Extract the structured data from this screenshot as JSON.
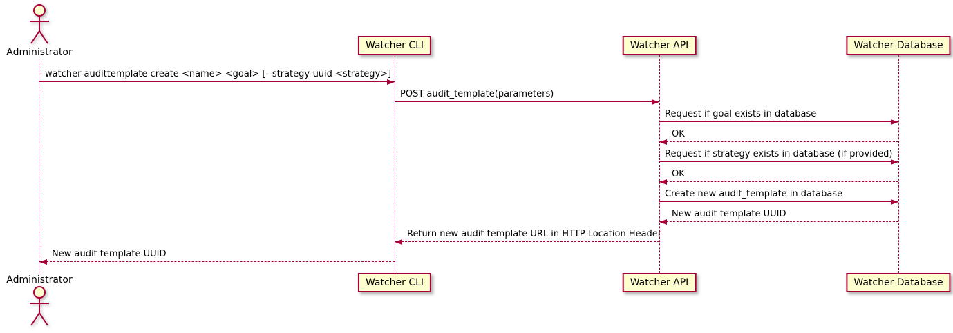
{
  "diagram": {
    "type": "uml-sequence-diagram",
    "colors": {
      "participant_fill": "#FEFECE",
      "stroke": "#A80036",
      "text": "#000000",
      "background": "#FFFFFF"
    },
    "actor": {
      "name": "Administrator",
      "icon": "stick-figure-actor-icon"
    },
    "participants": [
      {
        "label": "Watcher CLI"
      },
      {
        "label": "Watcher API"
      },
      {
        "label": "Watcher Database"
      }
    ],
    "messages": [
      {
        "from": "Administrator",
        "to": "Watcher CLI",
        "style": "solid",
        "label": "watcher audittemplate create <name> <goal> [--strategy-uuid <strategy>]"
      },
      {
        "from": "Watcher CLI",
        "to": "Watcher API",
        "style": "solid",
        "label": "POST audit_template(parameters)"
      },
      {
        "from": "Watcher API",
        "to": "Watcher Database",
        "style": "solid",
        "label": "Request if goal exists in database"
      },
      {
        "from": "Watcher Database",
        "to": "Watcher API",
        "style": "dashed",
        "label": "OK"
      },
      {
        "from": "Watcher API",
        "to": "Watcher Database",
        "style": "solid",
        "label": "Request if strategy exists in database (if provided)"
      },
      {
        "from": "Watcher Database",
        "to": "Watcher API",
        "style": "dashed",
        "label": "OK"
      },
      {
        "from": "Watcher API",
        "to": "Watcher Database",
        "style": "solid",
        "label": "Create new audit_template in database"
      },
      {
        "from": "Watcher Database",
        "to": "Watcher API",
        "style": "dashed",
        "label": "New audit template UUID"
      },
      {
        "from": "Watcher API",
        "to": "Watcher CLI",
        "style": "dashed",
        "label": "Return new audit template URL in HTTP Location Header"
      },
      {
        "from": "Watcher CLI",
        "to": "Administrator",
        "style": "dashed",
        "label": "New audit template UUID"
      }
    ]
  }
}
